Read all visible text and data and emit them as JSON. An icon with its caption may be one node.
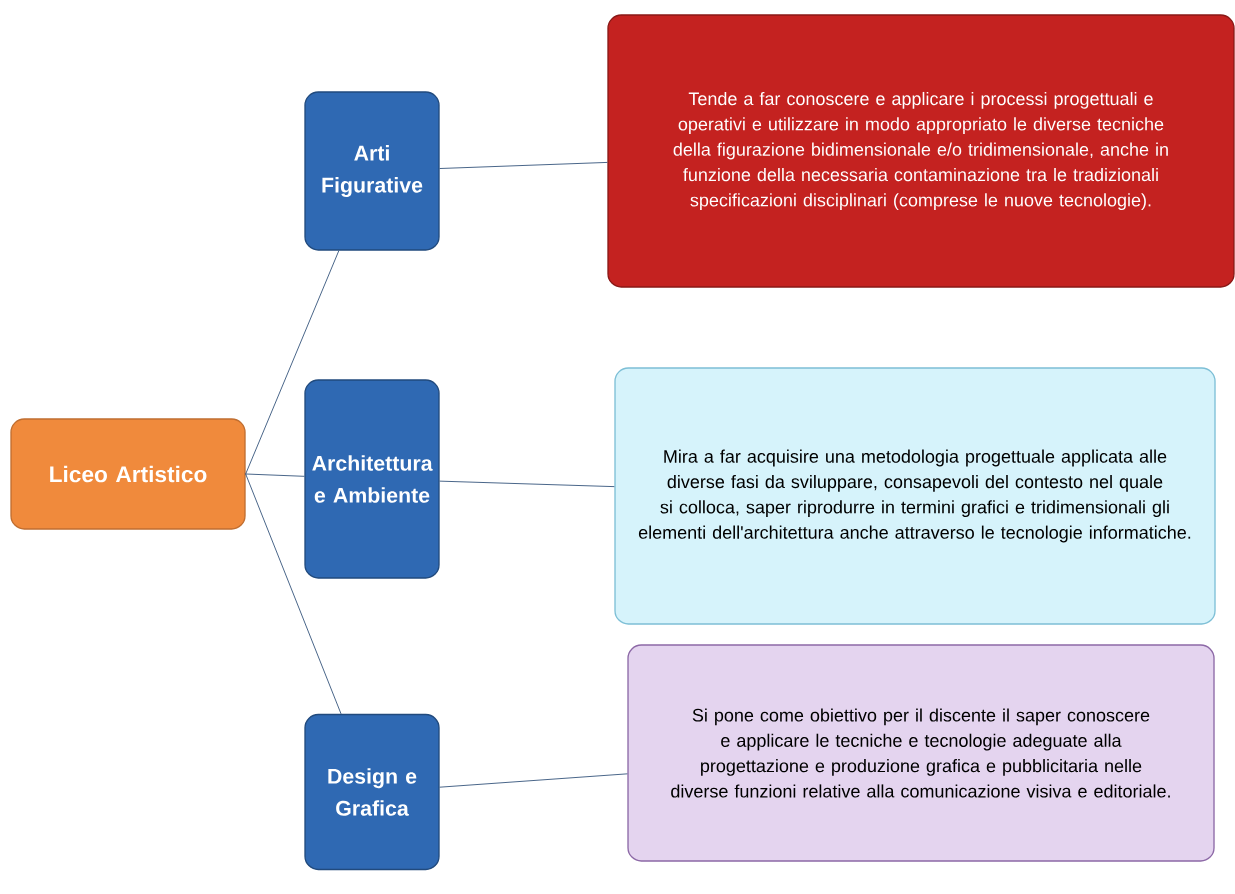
{
  "diagram": {
    "nodes": [
      {
        "text": [
          "Liceo Artistico"
        ]
      },
      {
        "text": [
          "Arti Figurative"
        ]
      },
      {
        "text": [
          "Architettura e Ambiente"
        ]
      },
      {
        "text": [
          "Design e Grafica"
        ]
      },
      {
        "text": [
          "Tende a far conoscere e applicare i processi progettuali e operativi e utilizzare in modo appropriato le diverse tecniche della figurazione bidimensionale e/o tridimensionale, anche in funzione della necessaria contaminazione tra le tradizionali specificazioni disciplinari (comprese le nuove tecnologie)."
        ]
      },
      {
        "text": [
          "Mira a far acquisire una metodologia progettuale applicata alle diverse fasi da sviluppare, consapevoli del contesto nel quale si colloca, saper riprodurre in termini grafici e tridimensionali gli elementi dell'architettura anche attraverso le tecnologie informatiche."
        ]
      },
      {
        "text": [
          "Si pone come obiettivo per il discente il saper conoscere e applicare le tecniche e tecnologie adeguate alla progettazione e produzione grafica e pubblicitaria nelle diverse funzioni relative alla comunicazione visiva e editoriale."
        ]
      }
    ],
    "edges": [
      {
        "from": 0,
        "to": 1,
        "arrow": "none"
      },
      {
        "from": 0,
        "to": 2,
        "arrow": "none"
      },
      {
        "from": 0,
        "to": 3,
        "arrow": "none"
      },
      {
        "from": 1,
        "to": 4,
        "arrow": "none"
      },
      {
        "from": 2,
        "to": 5,
        "arrow": "none"
      },
      {
        "from": 3,
        "to": 6,
        "arrow": "none"
      }
    ]
  }
}
